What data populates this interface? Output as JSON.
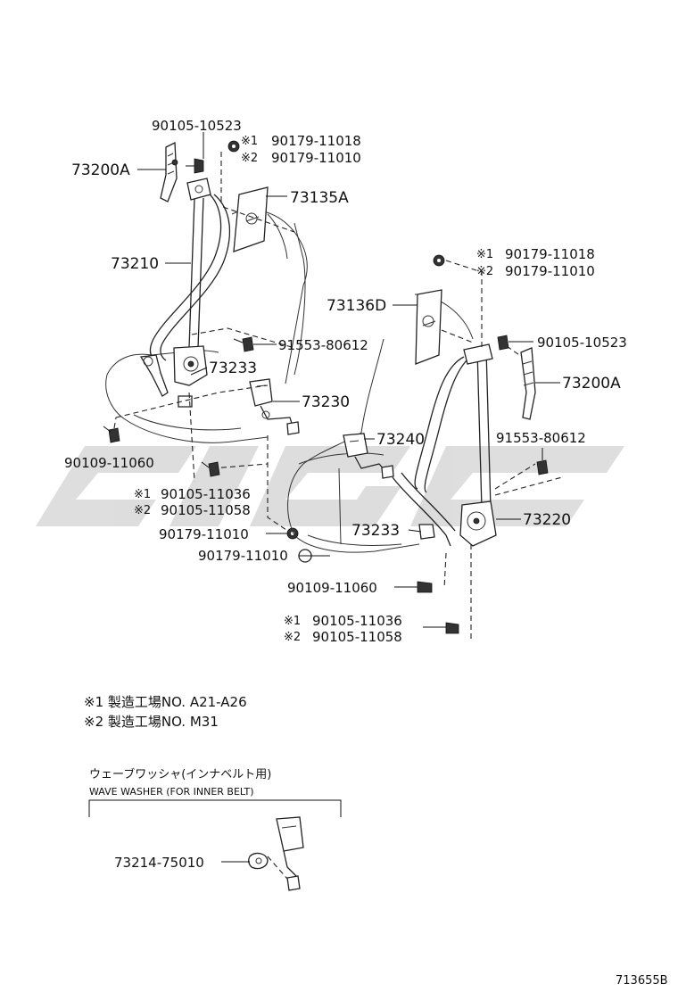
{
  "watermark": "cigc",
  "parts": {
    "p_90105_10523_top": "90105-10523",
    "p_73200A_left": "73200A",
    "p_note1_top": "※1",
    "p_90179_11018_top": "90179-11018",
    "p_note2_top": "※2",
    "p_90179_11010_top": "90179-11010",
    "p_73135A": "73135A",
    "p_73210": "73210",
    "p_note1_right": "※1",
    "p_90179_11018_right": "90179-11018",
    "p_note2_right": "※2",
    "p_90179_11010_right": "90179-11010",
    "p_73136D": "73136D",
    "p_91553_80612_mid": "91553-80612",
    "p_90105_10523_right": "90105-10523",
    "p_73233_left": "73233",
    "p_73200A_right": "73200A",
    "p_73230": "73230",
    "p_73240": "73240",
    "p_91553_80612_right": "91553-80612",
    "p_90109_11060_left": "90109-11060",
    "p_note1_mid": "※1",
    "p_90105_11036_left": "90105-11036",
    "p_note2_mid": "※2",
    "p_90105_11058_left": "90105-11058",
    "p_73220": "73220",
    "p_90179_11010_a": "90179-11010",
    "p_73233_right": "73233",
    "p_90179_11010_b": "90179-11010",
    "p_90109_11060_right": "90109-11060",
    "p_note1_bottom": "※1",
    "p_90105_11036_right": "90105-11036",
    "p_note2_bottom": "※2",
    "p_90105_11058_right": "90105-11058"
  },
  "notes": {
    "note1": "※1  製造工場NO. A21-A26",
    "note2": "※2  製造工場NO. M31"
  },
  "inset": {
    "title_jp": "ウェーブワッシャ(インナベルト用)",
    "title_en": "WAVE WASHER (FOR INNER BELT)",
    "part": "73214-75010"
  },
  "figure_id": "713655B"
}
